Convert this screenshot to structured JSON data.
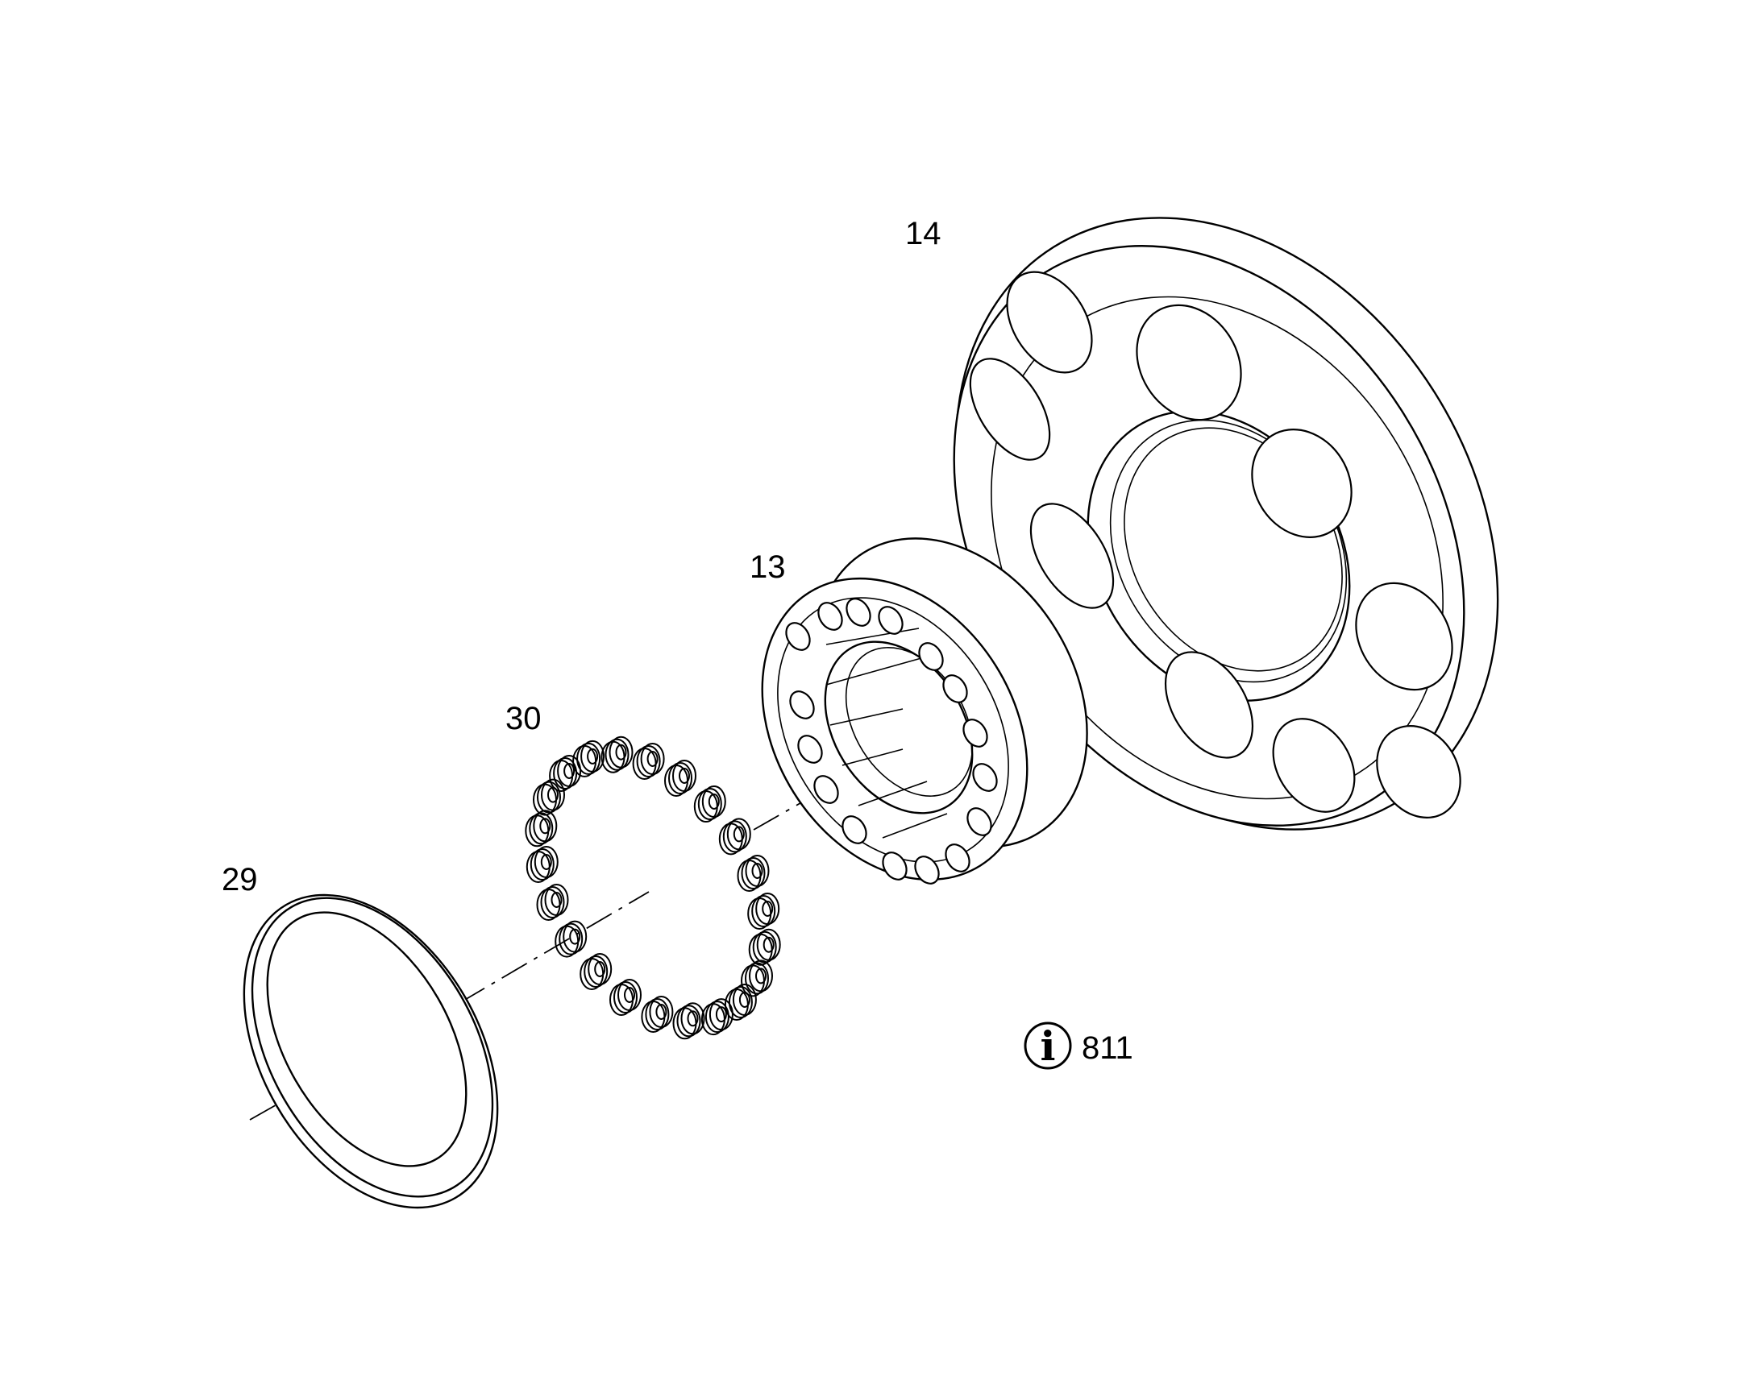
{
  "diagram": {
    "parts": [
      {
        "id": "29",
        "label": "29",
        "name": "retaining-ring"
      },
      {
        "id": "30",
        "label": "30",
        "name": "spring-set"
      },
      {
        "id": "13",
        "label": "13",
        "name": "cylinder-block"
      },
      {
        "id": "14",
        "label": "14",
        "name": "valve-plate"
      }
    ],
    "info": {
      "icon": "info-circle-icon",
      "glyph": "i",
      "reference": "811"
    }
  }
}
